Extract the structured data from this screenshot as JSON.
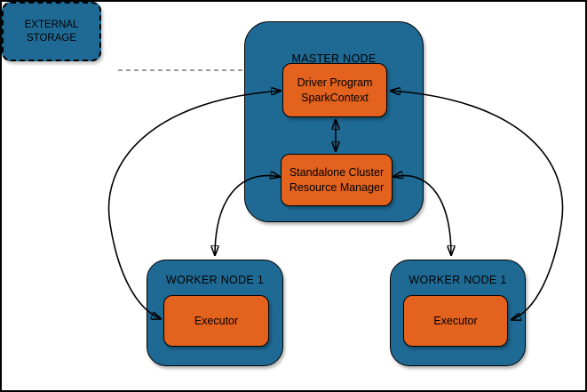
{
  "diagram": {
    "type": "architecture-diagram",
    "subject": "Spark standalone cluster architecture",
    "nodes": {
      "external_storage": {
        "line1": "EXTERNAL",
        "line2": "STORAGE"
      },
      "master": {
        "label": "MASTER NODE"
      },
      "driver": {
        "line1": "Driver Program",
        "line2": "SparkContext"
      },
      "resource_manager": {
        "line1": "Standalone Cluster",
        "line2": "Resource Manager"
      },
      "worker_left": {
        "label": "WORKER NODE 1",
        "executor_label": "Executor"
      },
      "worker_right": {
        "label": "WORKER NODE 1",
        "executor_label": "Executor"
      }
    },
    "edges": [
      {
        "from": "external_storage",
        "to": "master",
        "style": "dashed",
        "arrows": "none"
      },
      {
        "from": "driver",
        "to": "resource_manager",
        "style": "solid",
        "arrows": "both"
      },
      {
        "from": "driver",
        "to": "worker_left.executor",
        "style": "solid",
        "arrows": "both"
      },
      {
        "from": "driver",
        "to": "worker_right.executor",
        "style": "solid",
        "arrows": "both"
      },
      {
        "from": "resource_manager",
        "to": "worker_left",
        "style": "solid",
        "arrows": "both"
      },
      {
        "from": "resource_manager",
        "to": "worker_right",
        "style": "solid",
        "arrows": "both"
      }
    ],
    "colors": {
      "node_fill": "#1F6A94",
      "box_fill": "#E2621E",
      "border": "#000000",
      "connector": "#000000",
      "dashed_connector": "#7A7A7A",
      "background": "#FFFFFF",
      "text": "#000000"
    }
  }
}
